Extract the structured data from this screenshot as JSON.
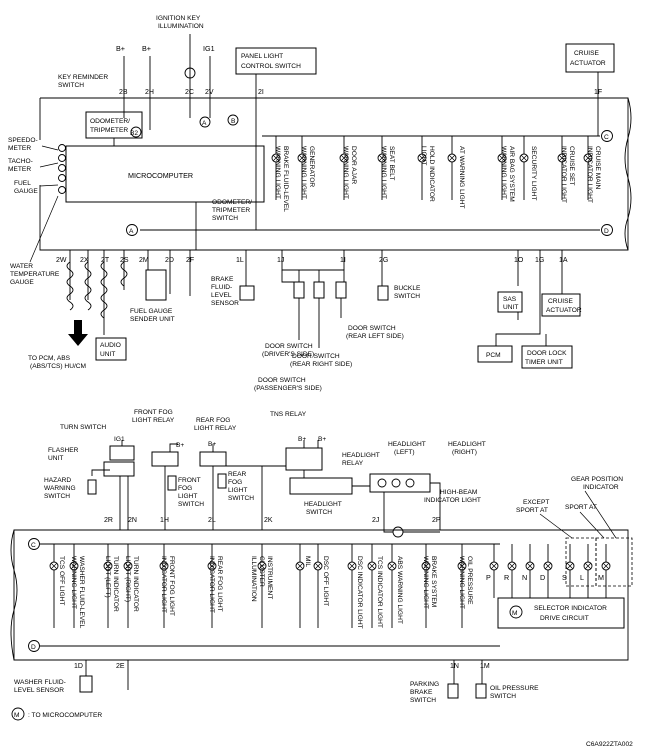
{
  "drawing_code": "C6A922ZTA002",
  "legend": {
    "symbol": "M",
    "text": ": TO MICROCOMPUTER"
  },
  "top": {
    "power": [
      "B+",
      "B+",
      "IG1"
    ],
    "labels": {
      "ign_key_illum": [
        "IGNITION KEY",
        "ILLUMINATION"
      ],
      "panel_light": [
        "PANEL LIGHT",
        "CONTROL SWITCH"
      ],
      "cruise_act_top": [
        "CRUISE",
        "ACTUATOR"
      ],
      "key_reminder": [
        "KEY REMINDER",
        "SWITCH"
      ],
      "odometer": [
        "ODOMETER/",
        "TRIPMETER"
      ],
      "microcomputer": "MICROCOMPUTER",
      "speedo": [
        "SPEEDO-",
        "METER"
      ],
      "tacho": [
        "TACHO-",
        "METER"
      ],
      "fuel_gauge": [
        "FUEL",
        "GAUGE"
      ],
      "water_temp": [
        "WATER",
        "TEMPERATURE",
        "GAUGE"
      ],
      "odo_switch": [
        "ODOMETER/",
        "TRIPMETER",
        "SWITCH"
      ],
      "to_pcm": [
        "TO PCM, ABS",
        "(ABS/TCS) HU/CM"
      ],
      "audio": [
        "AUDIO",
        "UNIT"
      ],
      "fuel_sender": [
        "FUEL GAUGE",
        "SENDER UNIT"
      ],
      "brake_fluid": [
        "BRAKE",
        "FLUID-",
        "LEVEL",
        "SENSOR"
      ],
      "buckle": [
        "BUCKLE",
        "SWITCH"
      ],
      "door_driver": [
        "DOOR SWITCH",
        "(DRIVER'S SIDE)"
      ],
      "door_rear_left": [
        "DOOR SWITCH",
        "(REAR LEFT SIDE)"
      ],
      "door_rear_right": [
        "DOOR SWITCH",
        "(REAR RIGHT SIDE)"
      ],
      "door_passenger": [
        "DOOR SWITCH",
        "(PASSENGER'S SIDE)"
      ],
      "sas": [
        "SAS",
        "UNIT"
      ],
      "cruise_act_low": [
        "CRUISE",
        "ACTUATOR"
      ],
      "pcm": "PCM",
      "door_lock_timer": [
        "DOOR LOCK",
        "TIMER UNIT"
      ],
      "b2": "B2"
    },
    "lamps": [
      [
        "BRAKE FLUID-LEVEL",
        "WARNING LIGHT"
      ],
      [
        "GENERATOR",
        "WARNING LIGHT"
      ],
      [
        "DOOR AJAR",
        "WARNING LIGHT"
      ],
      [
        "SEAT BELT",
        "WARNING LIGHT"
      ],
      [
        "HOLD INDICATOR",
        "LIGHT"
      ],
      [
        "AT WARNING LIGHT"
      ],
      [
        "AIR BAG SYSTEM",
        "WARNING LIGHT"
      ],
      [
        "SECURITY LIGHT"
      ],
      [
        "CRUISE SET",
        "INDICATOR LIGHT"
      ],
      [
        "CRUISE MAIN",
        "INDICATOR LIGHT"
      ]
    ],
    "pins": [
      "2B",
      "2H",
      "2C",
      "2V",
      "2I",
      "1F",
      "2W",
      "2X",
      "2T",
      "2S",
      "2M",
      "2D",
      "2F",
      "1L",
      "1J",
      "1I",
      "2G",
      "1O",
      "1G",
      "1A"
    ]
  },
  "bottom": {
    "labels": {
      "turn_switch": "TURN SWITCH",
      "front_fog_relay": [
        "FRONT FOG",
        "LIGHT RELAY"
      ],
      "rear_fog_relay": [
        "REAR FOG",
        "LIGHT RELAY"
      ],
      "tns_relay": "TNS RELAY",
      "headlight_left": [
        "HEADLIGHT",
        "(LEFT)"
      ],
      "headlight_right": [
        "HEADLIGHT",
        "(RIGHT)"
      ],
      "headlight_relay": [
        "HEADLIGHT",
        "RELAY"
      ],
      "headlight_switch": [
        "HEADLIGHT",
        "SWITCH"
      ],
      "flasher": [
        "FLASHER",
        "UNIT"
      ],
      "hazard": [
        "HAZARD",
        "WARNING",
        "SWITCH"
      ],
      "front_fog_switch": [
        "FRONT",
        "FOG",
        "LIGHT",
        "SWITCH"
      ],
      "rear_fog_switch": [
        "REAR",
        "FOG",
        "LIGHT",
        "SWITCH"
      ],
      "high_beam": [
        "HIGH-BEAM",
        "INDICATOR LIGHT"
      ],
      "gear_pos": [
        "GEAR POSITION",
        "INDICATOR"
      ],
      "except_sport": [
        "EXCEPT",
        "SPORT AT"
      ],
      "sport_at": "SPORT AT",
      "selector_drive": [
        "SELECTOR INDICATOR",
        "DRIVE CIRCUIT"
      ],
      "washer_sensor": [
        "WASHER FLUID-",
        "LEVEL SENSOR"
      ],
      "parking_brake": [
        "PARKING",
        "BRAKE",
        "SWITCH"
      ],
      "oil_pressure_sw": [
        "OIL PRESSURE",
        "SWITCH"
      ],
      "ig1": "IG1",
      "bplus": "B+"
    },
    "lamps": [
      [
        "TCS OFF LIGHT"
      ],
      [
        "WASHER FLUID-LEVEL",
        "WARNING LIGHT"
      ],
      [
        "TURN INDICATOR",
        "LIGHT (LEFT)"
      ],
      [
        "TURN INDICATOR",
        "LIGHT (RIGHT)"
      ],
      [
        "FRONT FOG LIGHT",
        "INDICATOR LIGHT"
      ],
      [
        "REAR FOG LIGHT",
        "INDICATOR LIGHT"
      ],
      [
        "INSTRUMENT",
        "CLUSTER",
        "ILLUMINATION"
      ],
      [
        "MIL"
      ],
      [
        "DSC OFF LIGHT"
      ],
      [
        "DSC INDICATOR LIGHT"
      ],
      [
        "TCS INDICATOR LIGHT"
      ],
      [
        "ABS WARNING LIGHT"
      ],
      [
        "BRAKE SYSTEM",
        "WARNING LIGHT"
      ],
      [
        "OIL PRESSURE",
        "WARNING LIGHT"
      ]
    ],
    "gears": [
      "P",
      "R",
      "N",
      "D",
      "S",
      "L",
      "M"
    ],
    "pins": [
      "2R",
      "2N",
      "1H",
      "2L",
      "2K",
      "2J",
      "2P",
      "1D",
      "2E",
      "1N",
      "1M"
    ],
    "connectors": [
      "C",
      "D",
      "A"
    ]
  }
}
